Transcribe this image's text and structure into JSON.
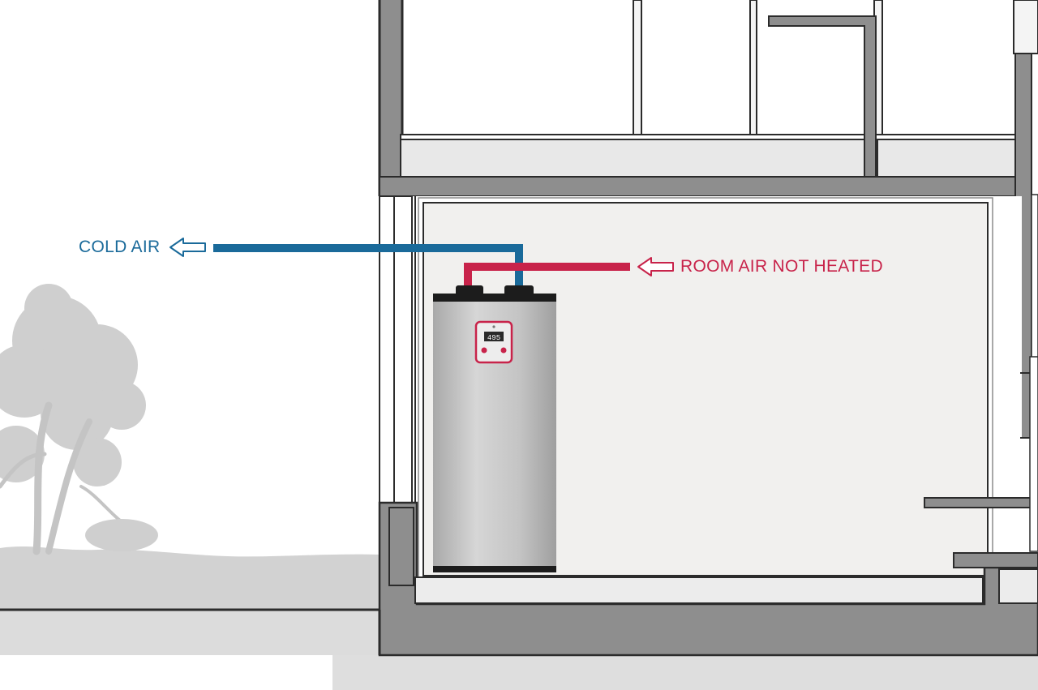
{
  "labels": {
    "cold_air": "COLD AIR",
    "room_air": "ROOM AIR NOT HEATED"
  },
  "heater": {
    "display": "495"
  },
  "colors": {
    "cold_air": "#1a6a9a",
    "room_air": "#c8234a",
    "wall": "#8e8e8e",
    "outline": "#2b2b2b",
    "ground": "#d6d6d6",
    "room": "#f1f0ee"
  },
  "icons": {
    "exhaust_arrow": "arrow-left-outline-icon",
    "intake_arrow": "arrow-left-outline-icon",
    "tree": "tree-silhouette-icon"
  }
}
